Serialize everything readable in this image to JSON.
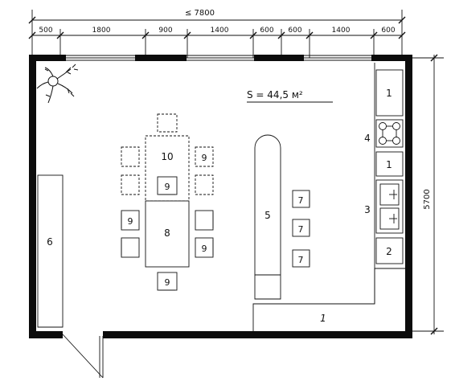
{
  "dimensions": {
    "total_width": "≤ 7800",
    "segments": [
      "500",
      "1800",
      "900",
      "1400",
      "600",
      "600",
      "1400",
      "600"
    ],
    "height": "5700"
  },
  "area_label": "S = 44,5 м²",
  "furniture_labels": {
    "fridge": "1",
    "stove": "4",
    "cabinet_under_stove": "1",
    "sink": "3",
    "dishwasher": "2",
    "bottom_counter": "1",
    "island": "5",
    "bar_stool": "7",
    "wall_cabinet": "6",
    "table_main": "8",
    "table_extension": "10",
    "chair": "9"
  }
}
